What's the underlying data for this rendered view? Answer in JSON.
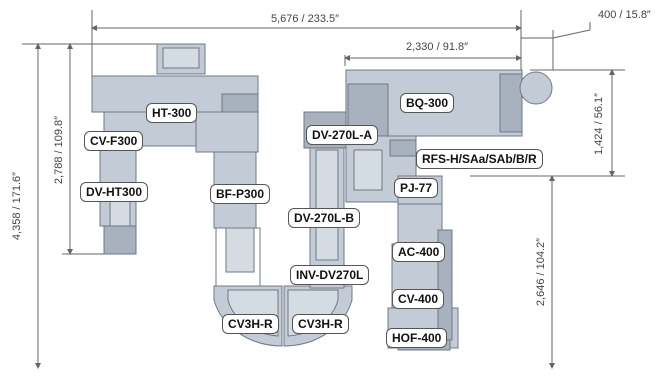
{
  "dimensions": {
    "overall_width": "5,676 / 233.5″",
    "offset_top_right": "400 / 15.8″",
    "right_section_width": "2,330 / 91.8″",
    "overall_height": "4,358 / 171.6″",
    "left_section_height": "2,788 / 109.8″",
    "right_upper_height": "1,424 / 56.1″",
    "right_lower_height": "2,646 / 104.2″"
  },
  "labels": {
    "ht300": "HT-300",
    "cvf300": "CV-F300",
    "dvht300": "DV-HT300",
    "bfp300": "BF-P300",
    "dv270la": "DV-270L-A",
    "dv270lb": "DV-270L-B",
    "invdv270l": "INV-DV270L",
    "cv3hr_left": "CV3H-R",
    "cv3hr_right": "CV3H-R",
    "bq300": "BQ-300",
    "rfs": "RFS-H/SAa/SAb/B/R",
    "pj77": "PJ-77",
    "ac400": "AC-400",
    "cv400": "CV-400",
    "hof400": "HOF-400"
  },
  "colors": {
    "machine_fill": "#c3ccd6",
    "machine_dark": "#a7b2be",
    "machine_stroke": "#6f7884",
    "dimension_line": "#666666"
  }
}
